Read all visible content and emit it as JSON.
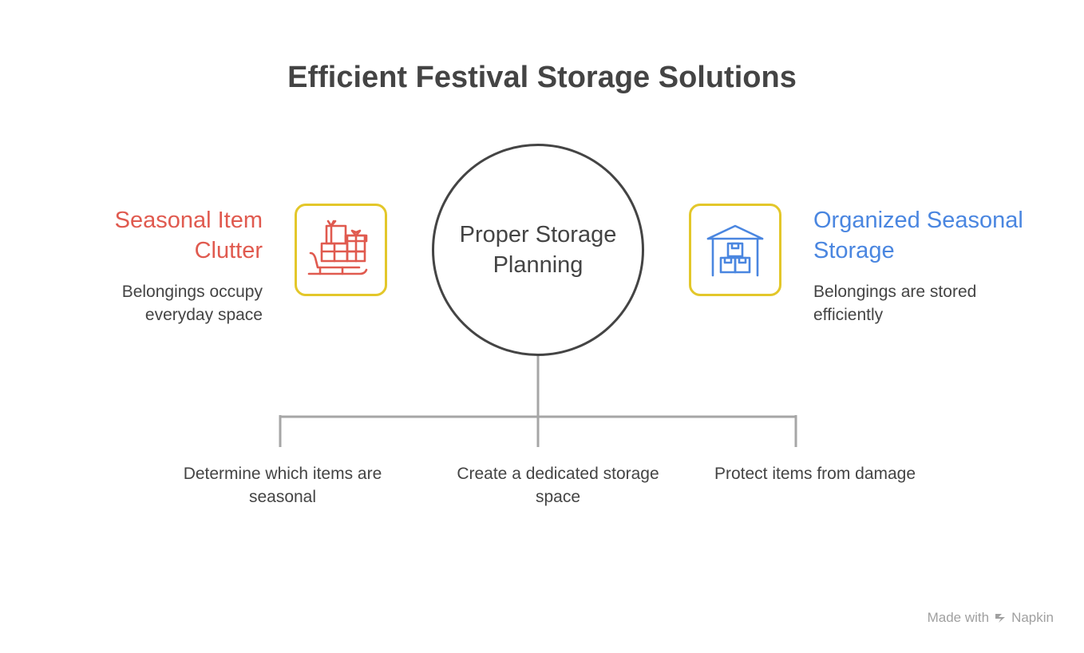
{
  "title": "Efficient Festival Storage Solutions",
  "center": {
    "label": "Proper Storage Planning"
  },
  "left": {
    "heading": "Seasonal Item Clutter",
    "description": "Belongings occupy everyday space",
    "icon": "sleigh-gifts-icon",
    "color": "#e05a4f"
  },
  "right": {
    "heading": "Organized Seasonal Storage",
    "description": "Belongings are stored efficiently",
    "icon": "warehouse-boxes-icon",
    "color": "#4a86e0"
  },
  "branches": [
    {
      "label": "Determine which items are seasonal"
    },
    {
      "label": "Create a dedicated storage space"
    },
    {
      "label": "Protect items from damage"
    }
  ],
  "watermark": {
    "prefix": "Made with",
    "brand": "Napkin"
  },
  "colors": {
    "title": "#444444",
    "icon_border": "#e3c72a",
    "connector": "#a6a6a6",
    "circle_border": "#444444"
  }
}
